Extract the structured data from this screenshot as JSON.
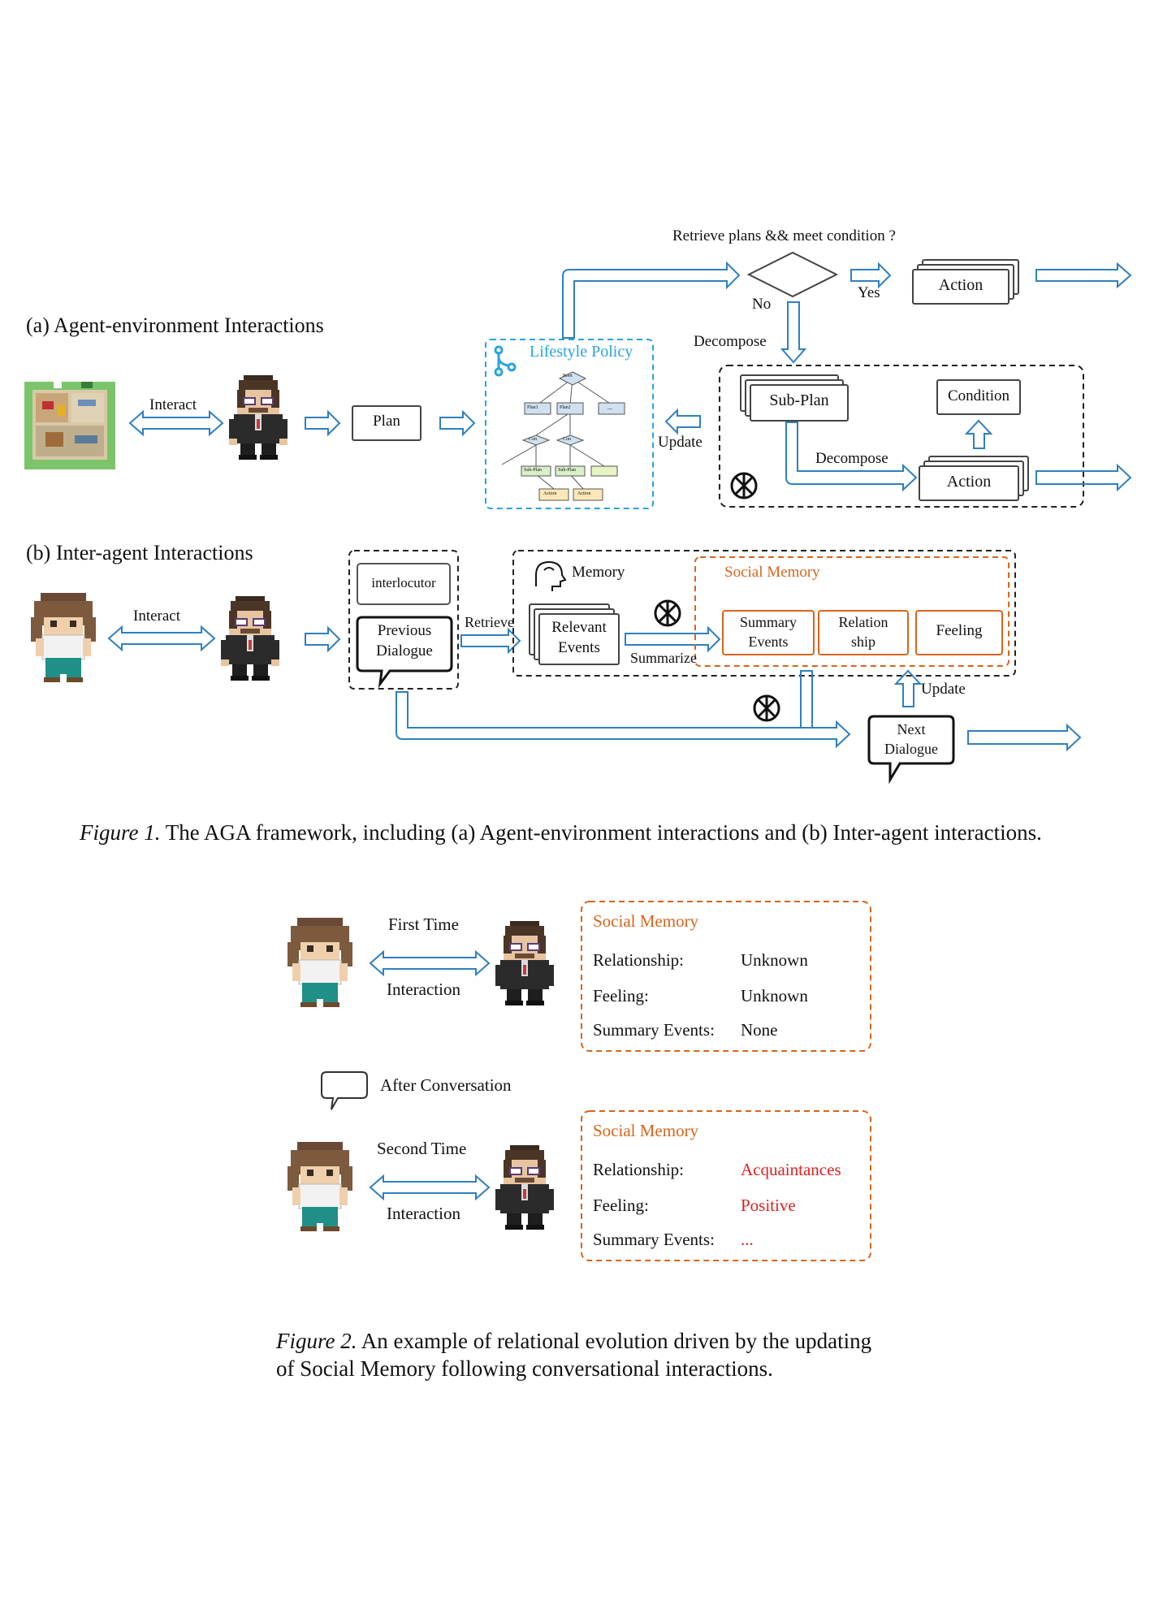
{
  "figure1": {
    "section_a_title": "(a) Agent-environment Interactions",
    "section_b_title": "(b) Inter-agent Interactions",
    "interact_a": "Interact",
    "plan": "Plan",
    "lifestyle_policy": "Lifestyle Policy",
    "tree_nodes": {
      "root": "Root",
      "plan1": "Plan1",
      "plan2": "Plan2",
      "ellipsis": "...",
      "con1": "Con",
      "con2": "Con",
      "subplan1": "Sub-Plan",
      "subplan2": "Sub-Plan",
      "action1": "Action",
      "action2": "Action"
    },
    "retrieve_question": "Retrieve plans && meet condition ?",
    "no": "No",
    "yes": "Yes",
    "action_top": "Action",
    "decompose_top": "Decompose",
    "update_a": "Update",
    "sub_plan": "Sub-Plan",
    "condition": "Condition",
    "decompose_inner": "Decompose",
    "action_inner": "Action",
    "interact_b": "Interact",
    "interlocutor": "interlocutor",
    "previous_dialogue_l1": "Previous",
    "previous_dialogue_l2": "Dialogue",
    "retrieve": "Retrieve",
    "memory": "Memory",
    "relevant_events_l1": "Relevant",
    "relevant_events_l2": "Events",
    "summarize": "Summarize",
    "social_memory": "Social Memory",
    "summary_events_l1": "Summary",
    "summary_events_l2": "Events",
    "relationship_l1": "Relation",
    "relationship_l2": "ship",
    "feeling": "Feeling",
    "update_b": "Update",
    "next_dialogue_l1": "Next",
    "next_dialogue_l2": "Dialogue",
    "caption_label": "Figure 1.",
    "caption_text": "The AGA framework, including (a) Agent-environment interactions and (b) Inter-agent interactions."
  },
  "figure2": {
    "first_time": "First Time",
    "interaction_1": "Interaction",
    "card1": {
      "title": "Social Memory",
      "relationship_label": "Relationship:",
      "relationship_value": "Unknown",
      "feeling_label": "Feeling:",
      "feeling_value": "Unknown",
      "events_label": "Summary Events:",
      "events_value": "None"
    },
    "after_conversation": "After Conversation",
    "second_time": "Second Time",
    "interaction_2": "Interaction",
    "card2": {
      "title": "Social Memory",
      "relationship_label": "Relationship:",
      "relationship_value": "Acquaintances",
      "feeling_label": "Feeling:",
      "feeling_value": "Positive",
      "events_label": "Summary Events:",
      "events_value": "..."
    },
    "caption_label": "Figure 2.",
    "caption_line1": "An example of relational evolution driven by the updating",
    "caption_line2": "of Social Memory following conversational interactions."
  },
  "colors": {
    "arrow_blue": "#2f7fc1",
    "policy_blue": "#29a3dc",
    "social_orange": "#d8641c",
    "highlight_red": "#e02020"
  }
}
